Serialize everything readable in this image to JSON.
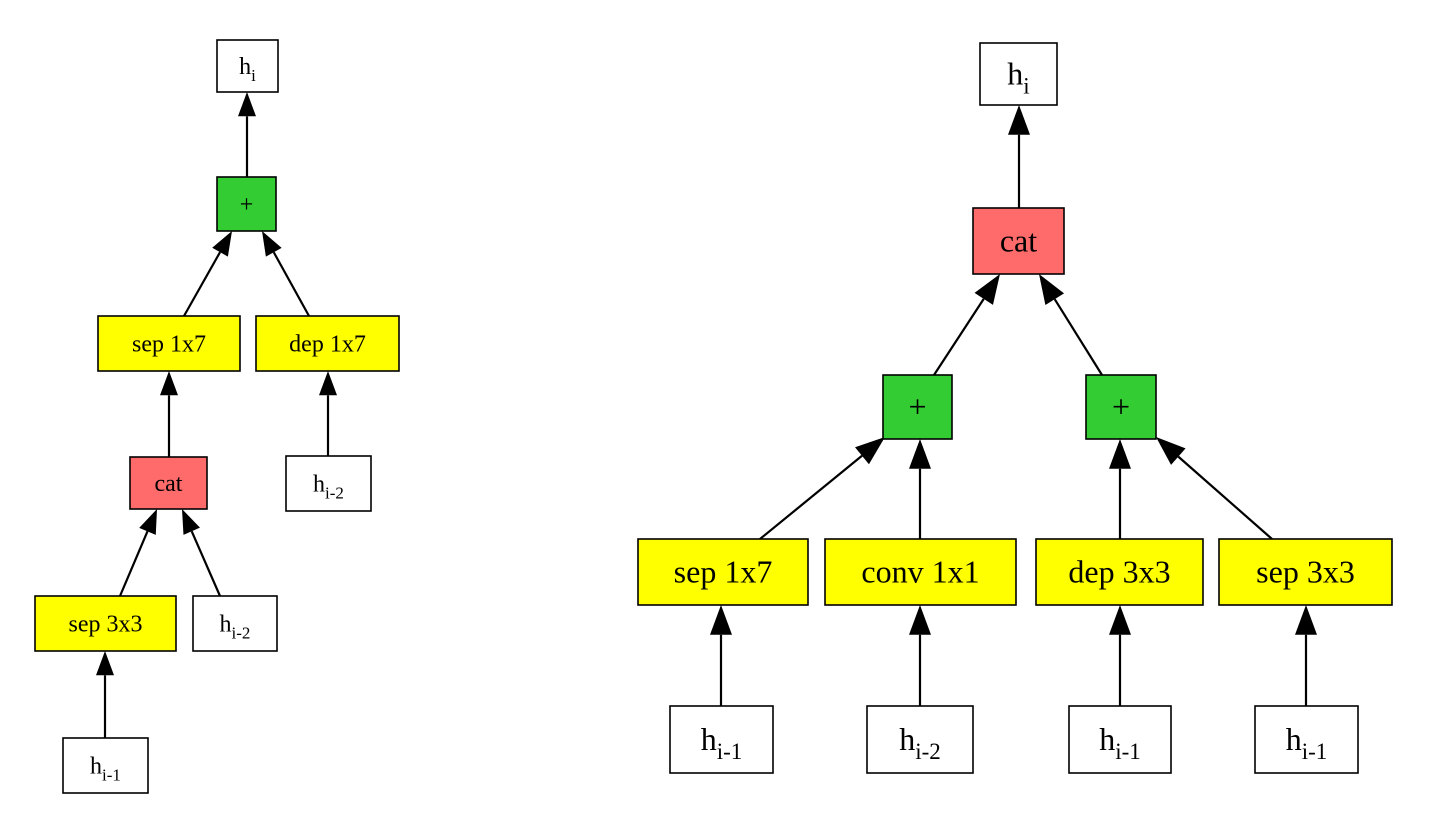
{
  "colors": {
    "input": "#ffffff",
    "op": "#ffff00",
    "cat": "#ff6b6b",
    "add": "#33cc33",
    "stroke": "#000000"
  },
  "diagrams": [
    {
      "name": "left-cell",
      "nodes": [
        {
          "id": "L_out",
          "kind": "input",
          "base": "h",
          "sub": "i"
        },
        {
          "id": "L_add",
          "kind": "add",
          "base": "+",
          "sub": ""
        },
        {
          "id": "L_sep17",
          "kind": "op",
          "base": "sep 1x7",
          "sub": ""
        },
        {
          "id": "L_dep17",
          "kind": "op",
          "base": "dep 1x7",
          "sub": ""
        },
        {
          "id": "L_cat",
          "kind": "cat",
          "base": "cat",
          "sub": ""
        },
        {
          "id": "L_hi2a",
          "kind": "input",
          "base": "h",
          "sub": "i-2"
        },
        {
          "id": "L_sep33",
          "kind": "op",
          "base": "sep 3x3",
          "sub": ""
        },
        {
          "id": "L_hi2b",
          "kind": "input",
          "base": "h",
          "sub": "i-2"
        },
        {
          "id": "L_hi1",
          "kind": "input",
          "base": "h",
          "sub": "i-1"
        }
      ],
      "edges": [
        [
          "L_add",
          "L_out"
        ],
        [
          "L_sep17",
          "L_add"
        ],
        [
          "L_dep17",
          "L_add"
        ],
        [
          "L_cat",
          "L_sep17"
        ],
        [
          "L_hi2a",
          "L_dep17"
        ],
        [
          "L_sep33",
          "L_cat"
        ],
        [
          "L_hi2b",
          "L_cat"
        ],
        [
          "L_hi1",
          "L_sep33"
        ]
      ]
    },
    {
      "name": "right-cell",
      "nodes": [
        {
          "id": "R_out",
          "kind": "input",
          "base": "h",
          "sub": "i"
        },
        {
          "id": "R_cat",
          "kind": "cat",
          "base": "cat",
          "sub": ""
        },
        {
          "id": "R_addA",
          "kind": "add",
          "base": "+",
          "sub": ""
        },
        {
          "id": "R_addB",
          "kind": "add",
          "base": "+",
          "sub": ""
        },
        {
          "id": "R_sep17",
          "kind": "op",
          "base": "sep 1x7",
          "sub": ""
        },
        {
          "id": "R_conv11",
          "kind": "op",
          "base": "conv 1x1",
          "sub": ""
        },
        {
          "id": "R_dep33",
          "kind": "op",
          "base": "dep 3x3",
          "sub": ""
        },
        {
          "id": "R_sep33",
          "kind": "op",
          "base": "sep 3x3",
          "sub": ""
        },
        {
          "id": "R_in1",
          "kind": "input",
          "base": "h",
          "sub": "i-1"
        },
        {
          "id": "R_in2",
          "kind": "input",
          "base": "h",
          "sub": "i-2"
        },
        {
          "id": "R_in3",
          "kind": "input",
          "base": "h",
          "sub": "i-1"
        },
        {
          "id": "R_in4",
          "kind": "input",
          "base": "h",
          "sub": "i-1"
        }
      ],
      "edges": [
        [
          "R_cat",
          "R_out"
        ],
        [
          "R_addA",
          "R_cat"
        ],
        [
          "R_addB",
          "R_cat"
        ],
        [
          "R_sep17",
          "R_addA"
        ],
        [
          "R_conv11",
          "R_addA"
        ],
        [
          "R_dep33",
          "R_addB"
        ],
        [
          "R_sep33",
          "R_addB"
        ],
        [
          "R_in1",
          "R_sep17"
        ],
        [
          "R_in2",
          "R_conv11"
        ],
        [
          "R_in3",
          "R_dep33"
        ],
        [
          "R_in4",
          "R_sep33"
        ]
      ]
    }
  ]
}
